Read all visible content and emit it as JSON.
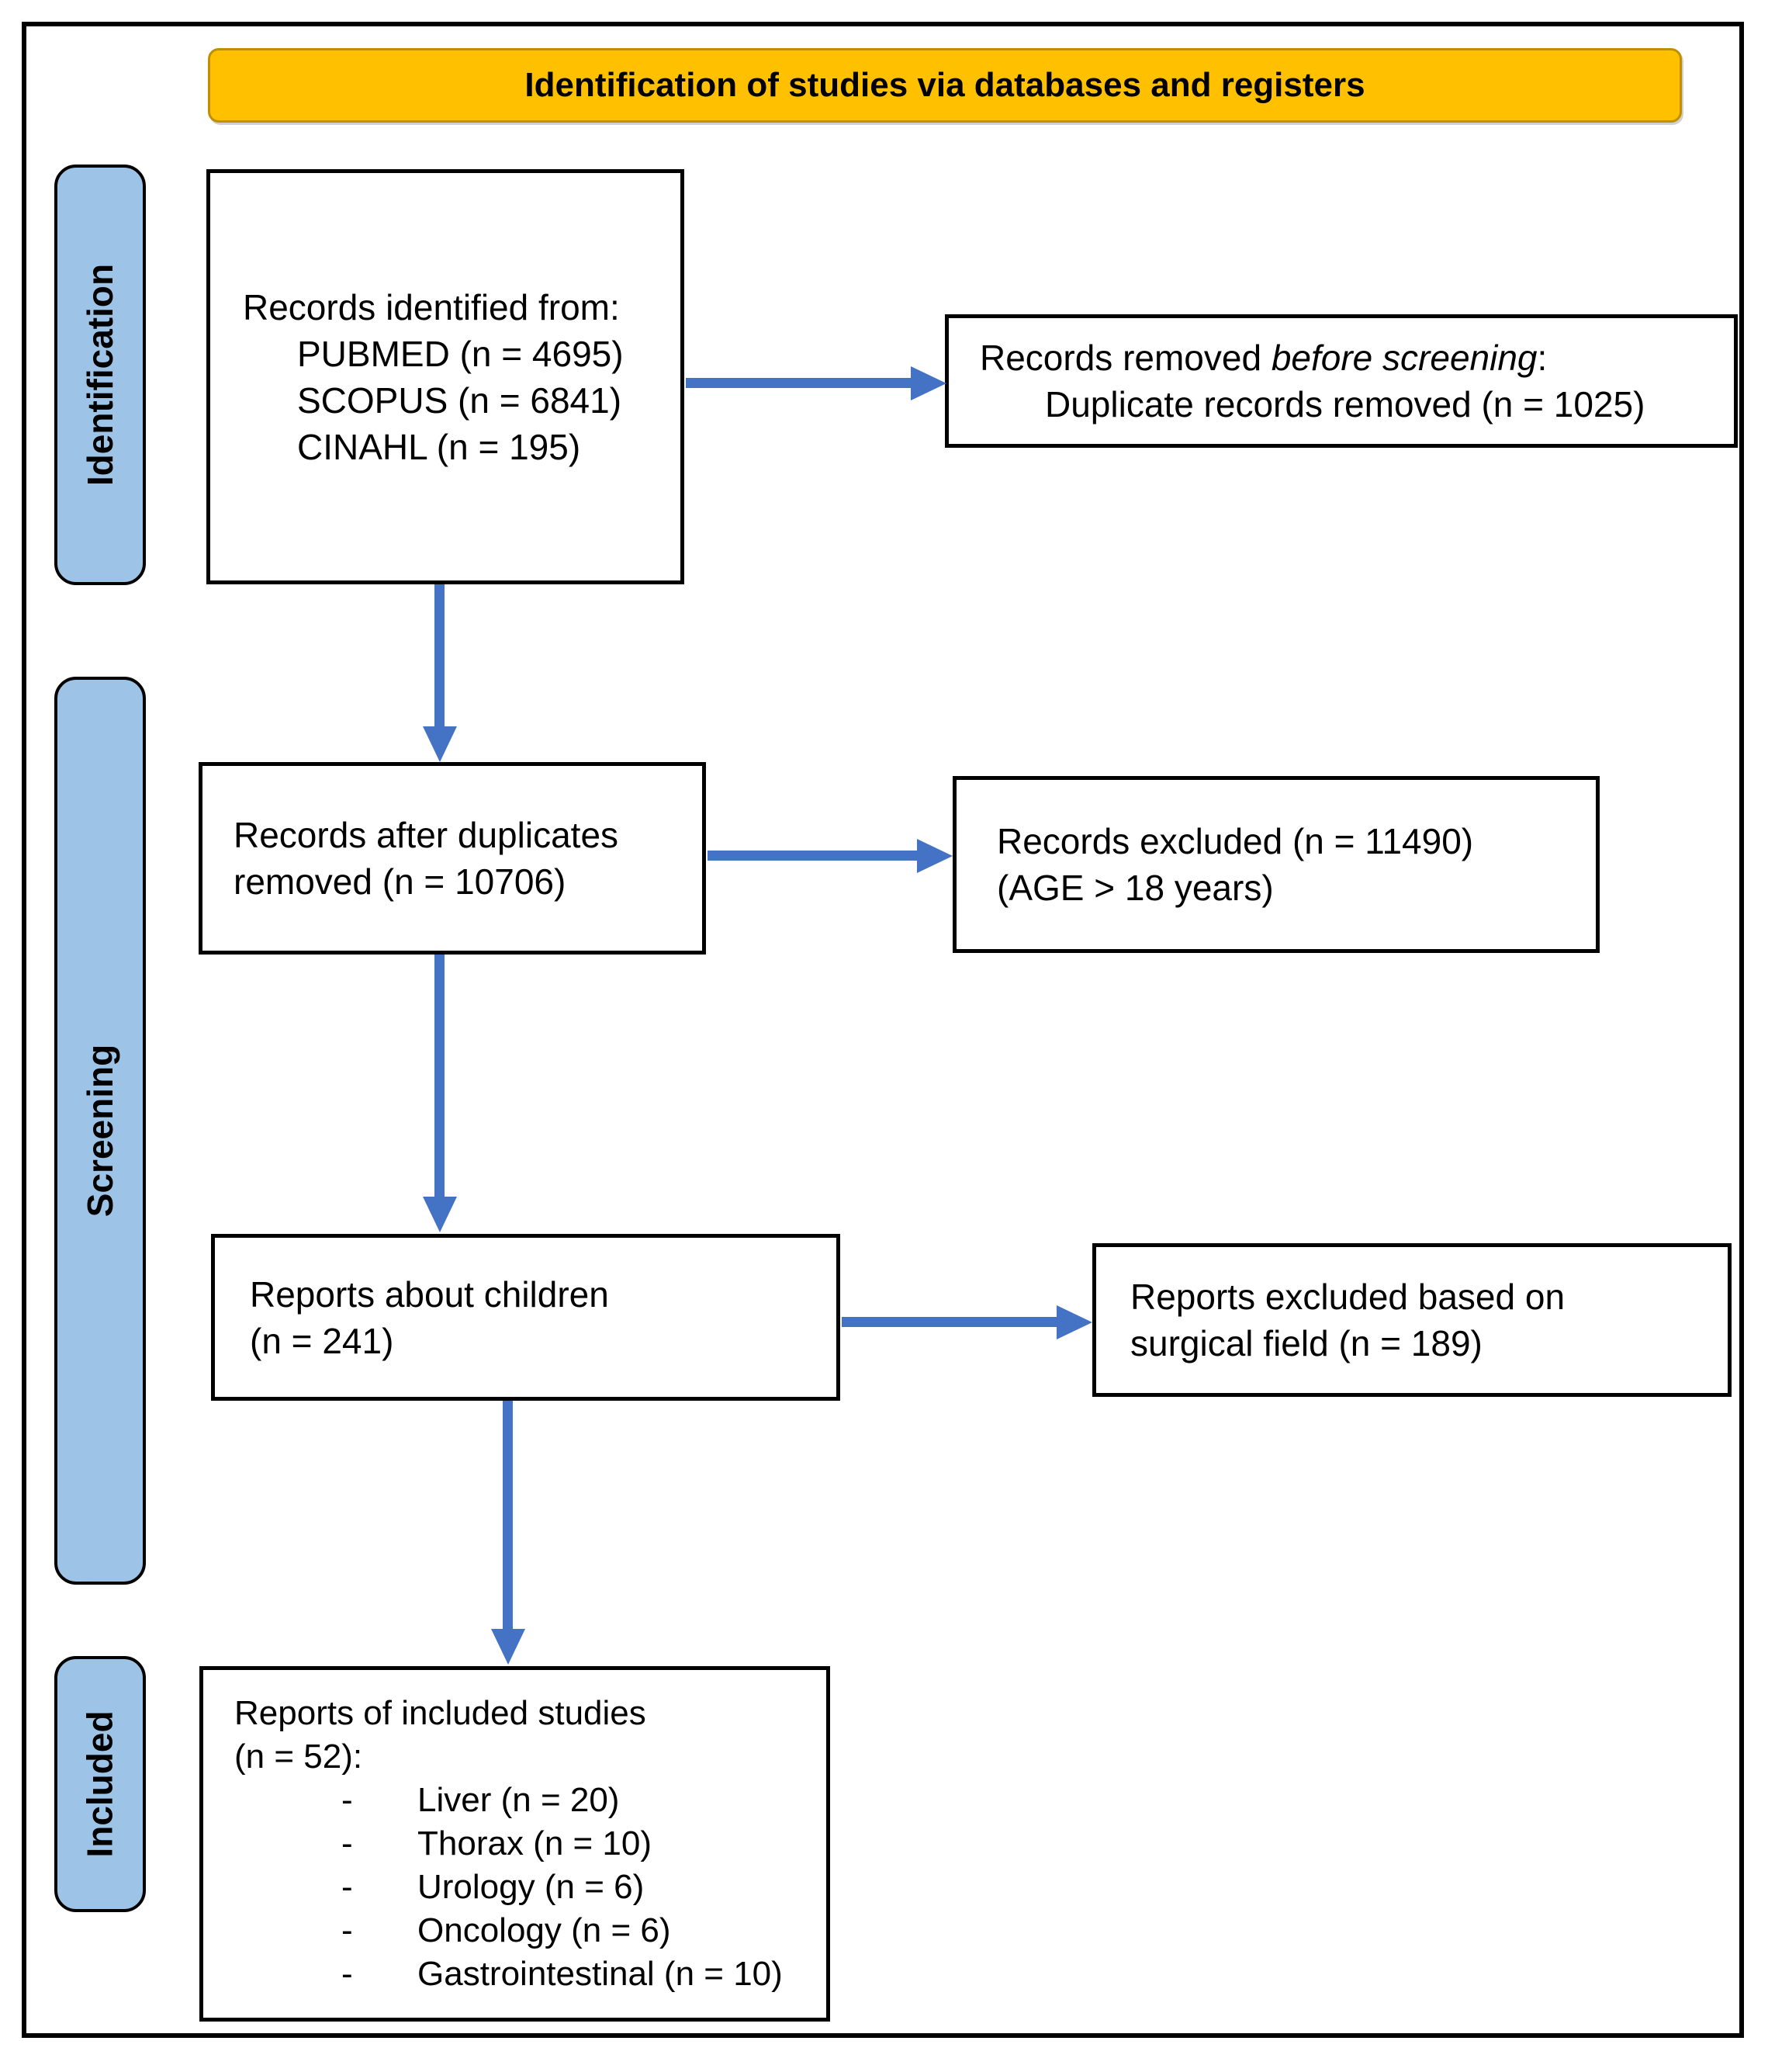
{
  "banner_title": "Identification of studies via databases and registers",
  "side_labels": {
    "identification": "Identification",
    "screening": "Screening",
    "included": "Included"
  },
  "boxes": {
    "records_identified": {
      "title": "Records identified from:",
      "items": [
        "PUBMED (n = 4695)",
        "SCOPUS (n = 6841)",
        "CINAHL (n = 195)"
      ]
    },
    "records_removed": {
      "prefix": "Records removed ",
      "emphasis": "before screening",
      "suffix": ":",
      "detail": "Duplicate records removed (n = 1025)"
    },
    "records_after_duplicates": {
      "line1": "Records after duplicates",
      "line2": "removed (n = 10706)"
    },
    "records_excluded": {
      "line1": "Records excluded (n = 11490)",
      "line2": "(AGE > 18 years)"
    },
    "reports_children": {
      "line1": "Reports about children",
      "line2": "(n = 241)"
    },
    "reports_excluded_surgical": {
      "line1": "Reports excluded based on",
      "line2": "surgical field (n = 189)"
    },
    "reports_included": {
      "line1": "Reports of included studies",
      "line2": "(n = 52):",
      "bullet": "-",
      "items": [
        "Liver (n = 20)",
        "Thorax (n = 10)",
        "Urology (n = 6)",
        "Oncology (n = 6)",
        "Gastrointestinal (n = 10)"
      ]
    }
  },
  "colors": {
    "banner_fill": "#FFC000",
    "banner_border": "#BF8F00",
    "stage_fill": "#9DC3E6",
    "arrow": "#4472C4",
    "line": "#000000"
  }
}
